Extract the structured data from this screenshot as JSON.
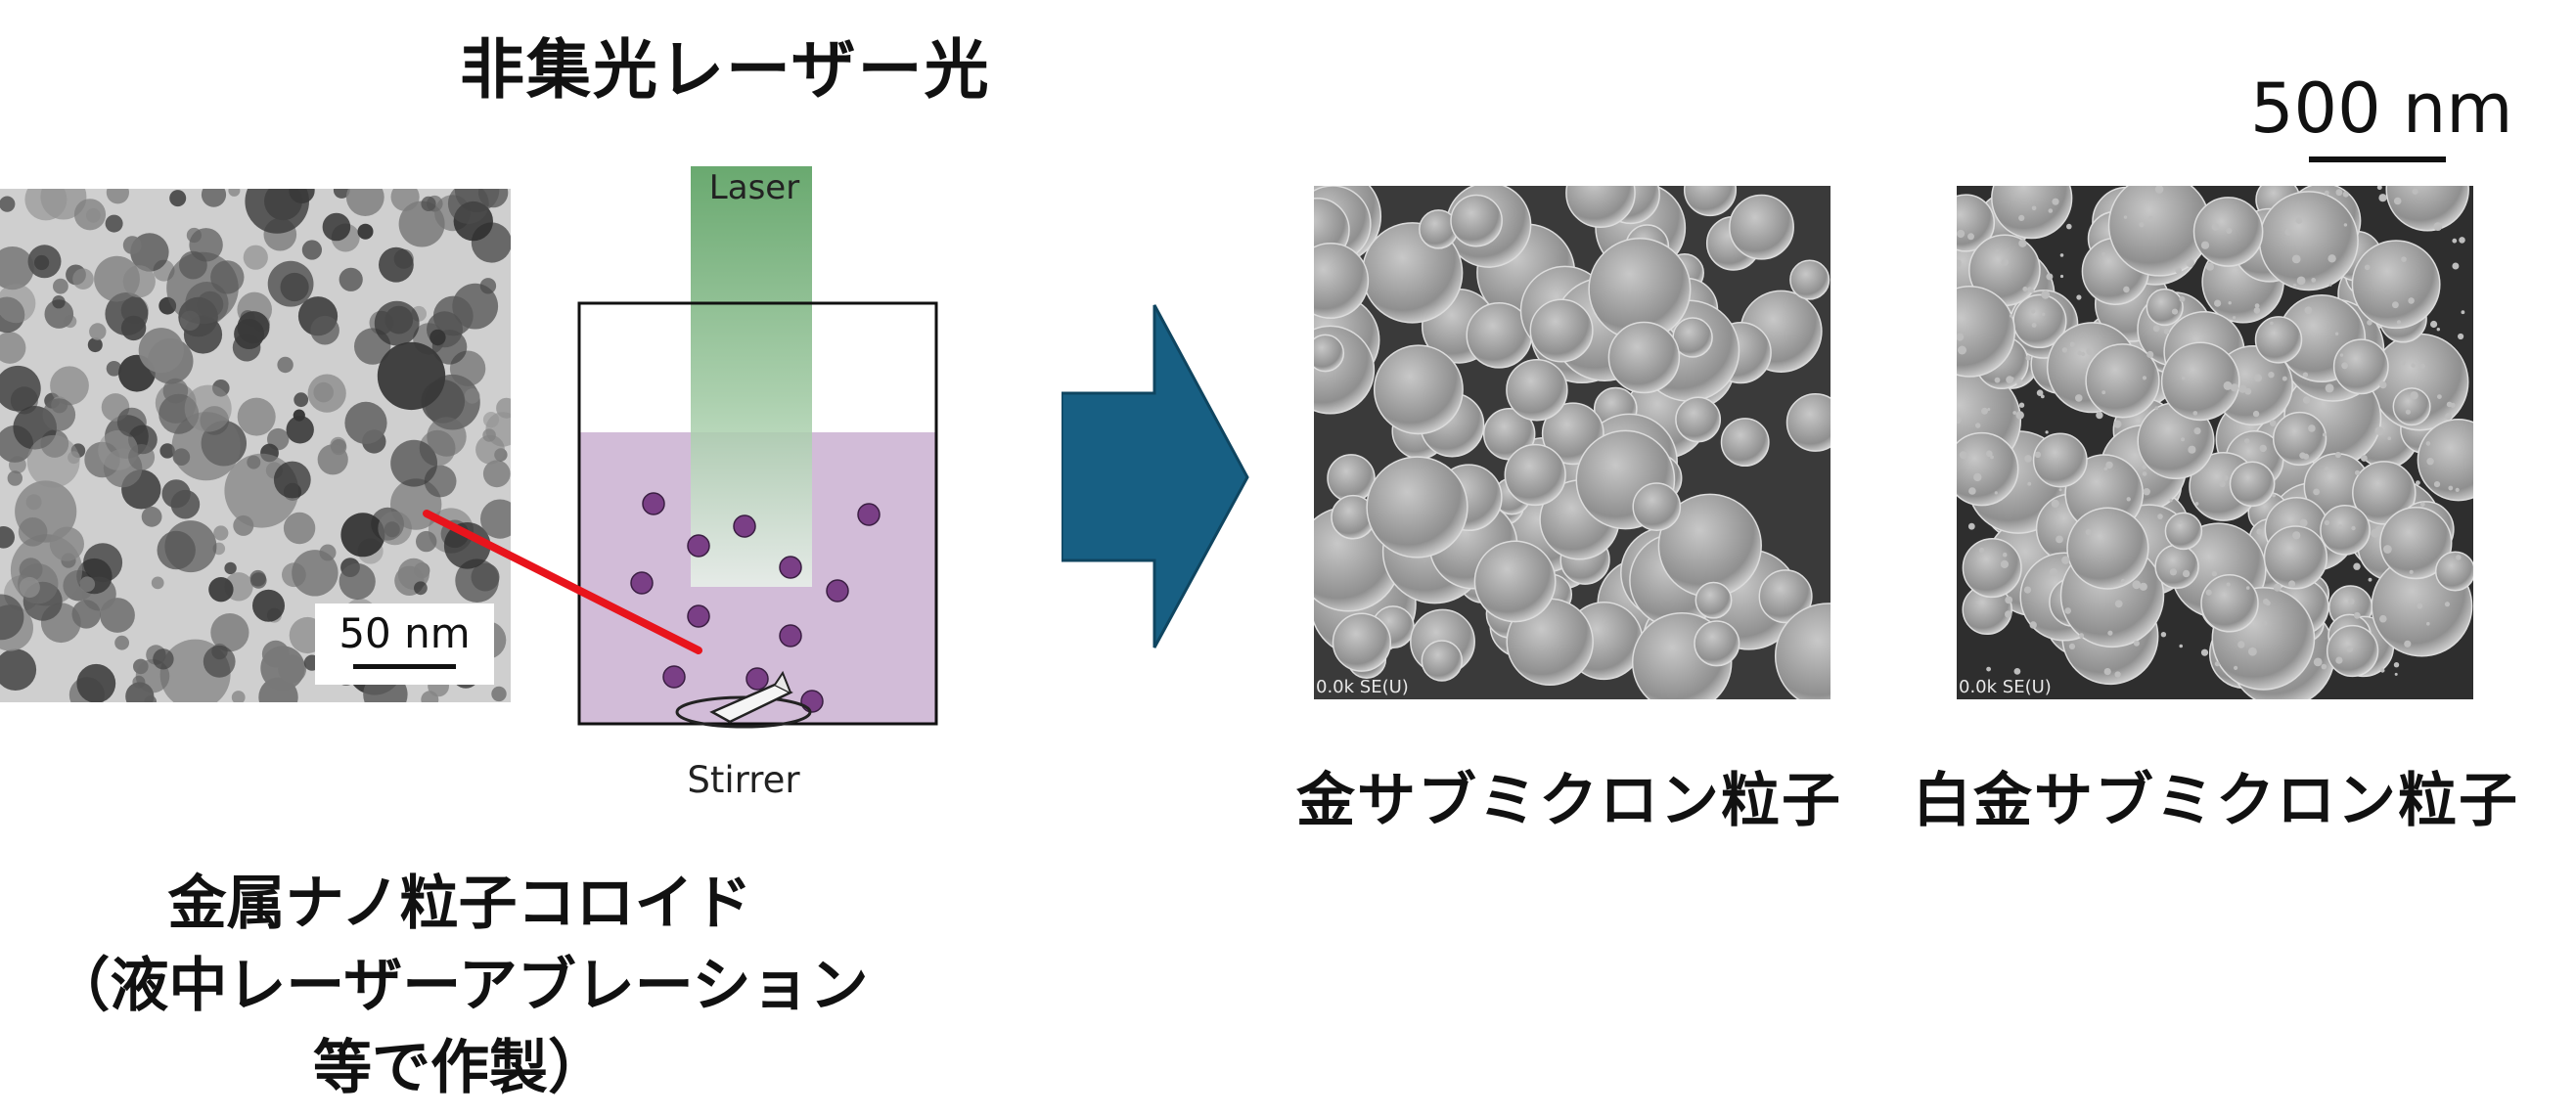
{
  "title": "非集光レーザー光",
  "tem_image": {
    "scale_label": "50 nm"
  },
  "beaker": {
    "laser_label": "Laser",
    "stirrer_label": "Stirrer"
  },
  "sem_scale_label": "500 nm",
  "sem_images": [
    {
      "caption": "金サブミクロン粒子",
      "overlay_text": "0.0k SE(U)"
    },
    {
      "caption": "白金サブミクロン粒子",
      "overlay_text": "0.0k SE(U)"
    }
  ],
  "colloid_caption": {
    "line1": "金属ナノ粒子コロイド",
    "line2": "（液中レーザーアブレーション",
    "line3": "等で作製）"
  },
  "colors": {
    "laser_green": "#4f9a56",
    "liquid": "#d2bcd8",
    "particle": "#7a3f86",
    "arrow": "#175f83",
    "pointer": "#e8141c"
  }
}
